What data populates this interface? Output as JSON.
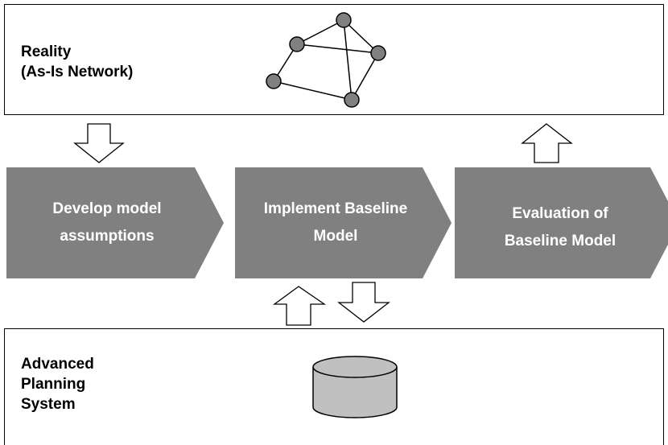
{
  "reality": {
    "title": "Reality",
    "subtitle": "(As-Is Network)"
  },
  "steps": [
    {
      "line1": "Develop model",
      "line2": "assumptions"
    },
    {
      "line1": "Implement Baseline",
      "line2": "Model"
    },
    {
      "line1": "Evaluation of",
      "line2": "Baseline Model"
    }
  ],
  "aps": {
    "line1": "Advanced",
    "line2": "Planning",
    "line3": "System"
  },
  "icons": {
    "network": "network-graph-icon",
    "database": "database-cylinder-icon",
    "arrows": "hollow-block-arrow-icon"
  },
  "colors": {
    "chevron_fill": "#808080",
    "node_fill": "#808080",
    "database_fill": "#c0c0c0",
    "label_text": "#ffffff",
    "border": "#000000"
  }
}
